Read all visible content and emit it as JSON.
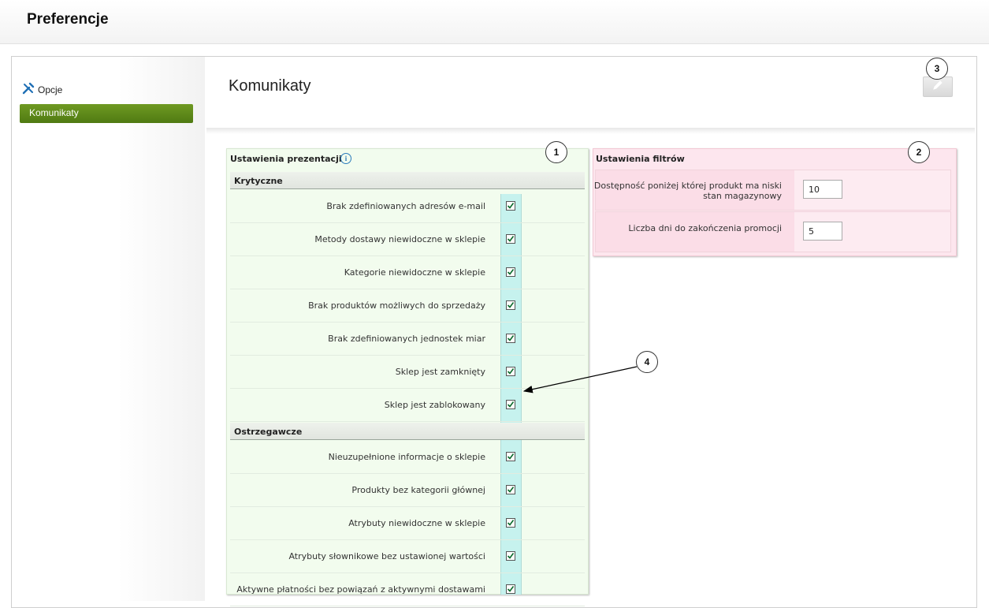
{
  "page": {
    "title": "Preferencje"
  },
  "sidebar": {
    "heading": "Opcje",
    "items": [
      {
        "label": "Komunikaty",
        "active": true
      }
    ]
  },
  "main": {
    "title": "Komunikaty",
    "edit_icon": "pencil-icon"
  },
  "presentation": {
    "title": "Ustawienia prezentacji",
    "info_icon": "i",
    "sections": [
      {
        "name": "Krytyczne",
        "rows": [
          {
            "label": "Brak zdefiniowanych adresów e-mail",
            "checked": true
          },
          {
            "label": "Metody dostawy niewidoczne w sklepie",
            "checked": true
          },
          {
            "label": "Kategorie niewidoczne w sklepie",
            "checked": true
          },
          {
            "label": "Brak produktów możliwych do sprzedaży",
            "checked": true
          },
          {
            "label": "Brak zdefiniowanych jednostek miar",
            "checked": true
          },
          {
            "label": "Sklep jest zamknięty",
            "checked": true
          },
          {
            "label": "Sklep jest zablokowany",
            "checked": true
          }
        ]
      },
      {
        "name": "Ostrzegawcze",
        "rows": [
          {
            "label": "Nieuzupełnione informacje o sklepie",
            "checked": true
          },
          {
            "label": "Produkty bez kategorii głównej",
            "checked": true
          },
          {
            "label": "Atrybuty niewidoczne w sklepie",
            "checked": true
          },
          {
            "label": "Atrybuty słownikowe bez ustawionej wartości",
            "checked": true
          },
          {
            "label": "Aktywne płatności bez powiązań z aktywnymi dostawami",
            "checked": true
          }
        ]
      }
    ]
  },
  "filters": {
    "title": "Ustawienia filtrów",
    "rows": [
      {
        "label": "Dostępność poniżej której produkt ma niski stan magazynowy",
        "value": "10"
      },
      {
        "label": "Liczba dni do zakończenia promocji",
        "value": "5"
      }
    ]
  },
  "callouts": [
    "1",
    "2",
    "3",
    "4"
  ],
  "colors": {
    "accent_green": "#5a8719",
    "panel_green": "#f2fcee",
    "panel_pink": "#fde6ee",
    "highlight_cyan": "#c6f2ee"
  }
}
